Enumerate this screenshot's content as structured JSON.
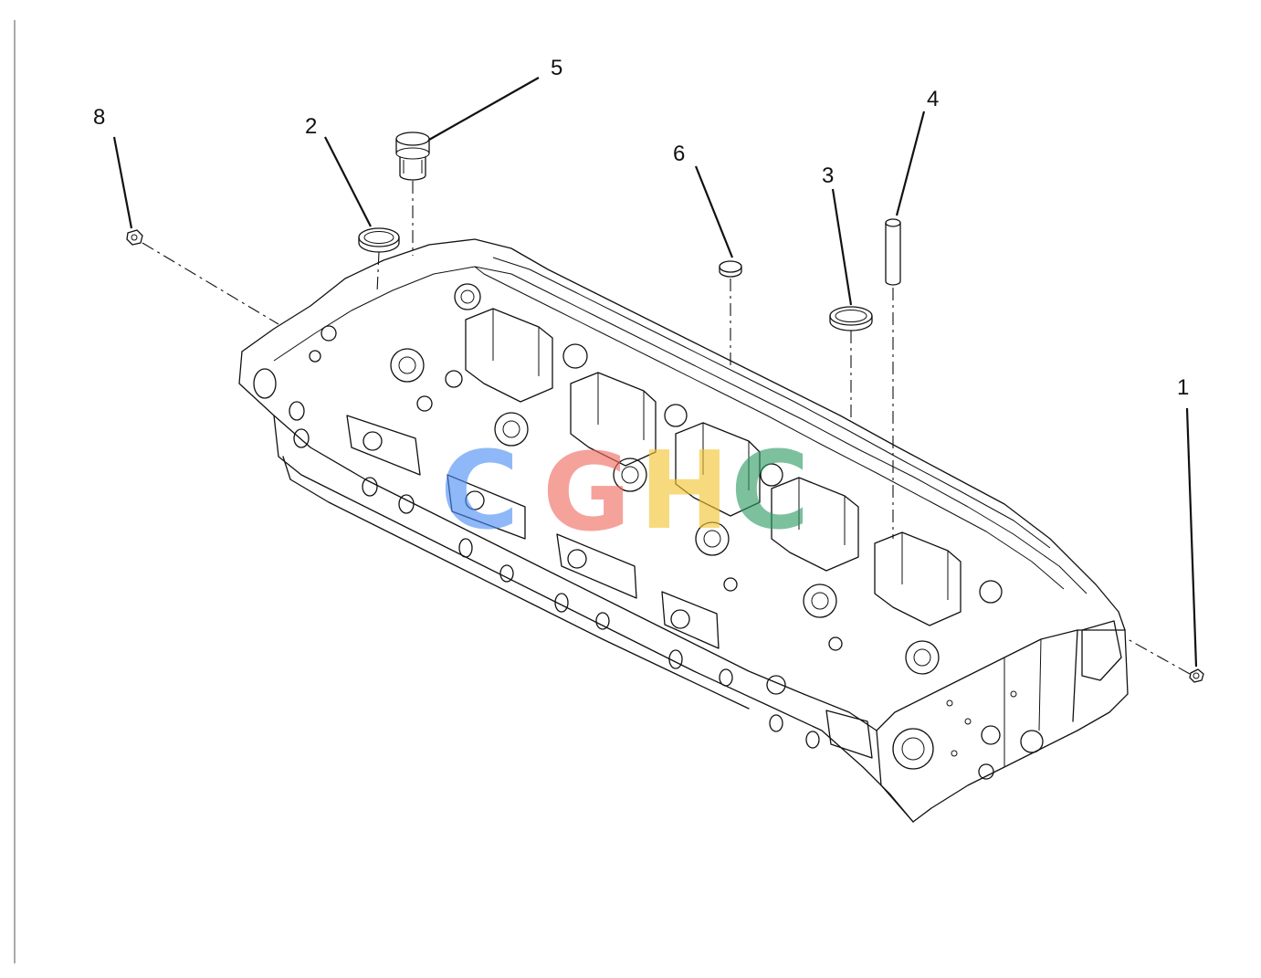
{
  "callouts": [
    {
      "id": "8",
      "text": "8"
    },
    {
      "id": "2",
      "text": "2"
    },
    {
      "id": "5",
      "text": "5"
    },
    {
      "id": "6",
      "text": "6"
    },
    {
      "id": "3",
      "text": "3"
    },
    {
      "id": "4",
      "text": "4"
    },
    {
      "id": "1",
      "text": "1"
    }
  ],
  "watermark": {
    "letters": [
      "C",
      "G",
      "H",
      "C"
    ],
    "colors": [
      "#4b8ef5",
      "#f06a5f",
      "#f4c430",
      "#2f9b63"
    ]
  },
  "line_color": "#111111",
  "background": "#ffffff"
}
